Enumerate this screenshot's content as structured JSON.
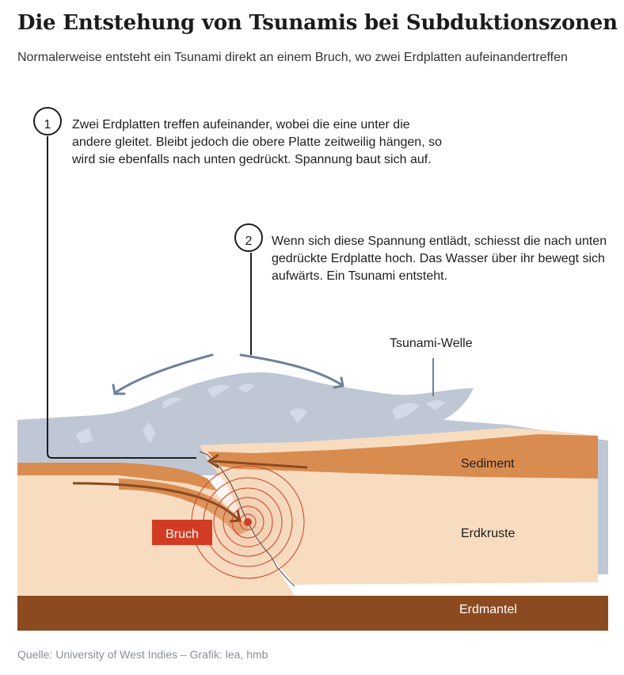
{
  "header": {
    "title": "Die Entstehung von Tsunamis bei Subduktionszonen",
    "subtitle": "Normalerweise entsteht ein Tsunami direkt an einem Bruch, wo zwei Erdplatten aufeinandertreffen"
  },
  "steps": [
    {
      "number": "1",
      "text": "Zwei Erdplatten treffen aufeinander, wobei die eine unter die andere gleitet. Bleibt jedoch die obere Platte zeitweilig hängen, so wird sie ebenfalls nach unten gedrückt. Spannung baut sich auf."
    },
    {
      "number": "2",
      "text": "Wenn sich diese Spannung entlädt, schiesst die nach unten gedrückte Erdplatte hoch. Das Wasser über ihr bewegt sich aufwärts. Ein Tsunami entsteht."
    }
  ],
  "labels": {
    "wave": "Tsunami-Welle",
    "sediment": "Sediment",
    "crust": "Erdkruste",
    "mantle": "Erdmantel",
    "fault": "Bruch"
  },
  "colors": {
    "water": "#bfc7d5",
    "wave_arrow": "#6f809b",
    "sediment": "#d98c4f",
    "crust": "#f7dcc0",
    "mantle": "#8b4a1f",
    "fault_red": "#d23c24",
    "leader_line": "#1e1e1e"
  },
  "footer": {
    "source": "Quelle: University of West Indies – Grafik: lea, hmb"
  }
}
